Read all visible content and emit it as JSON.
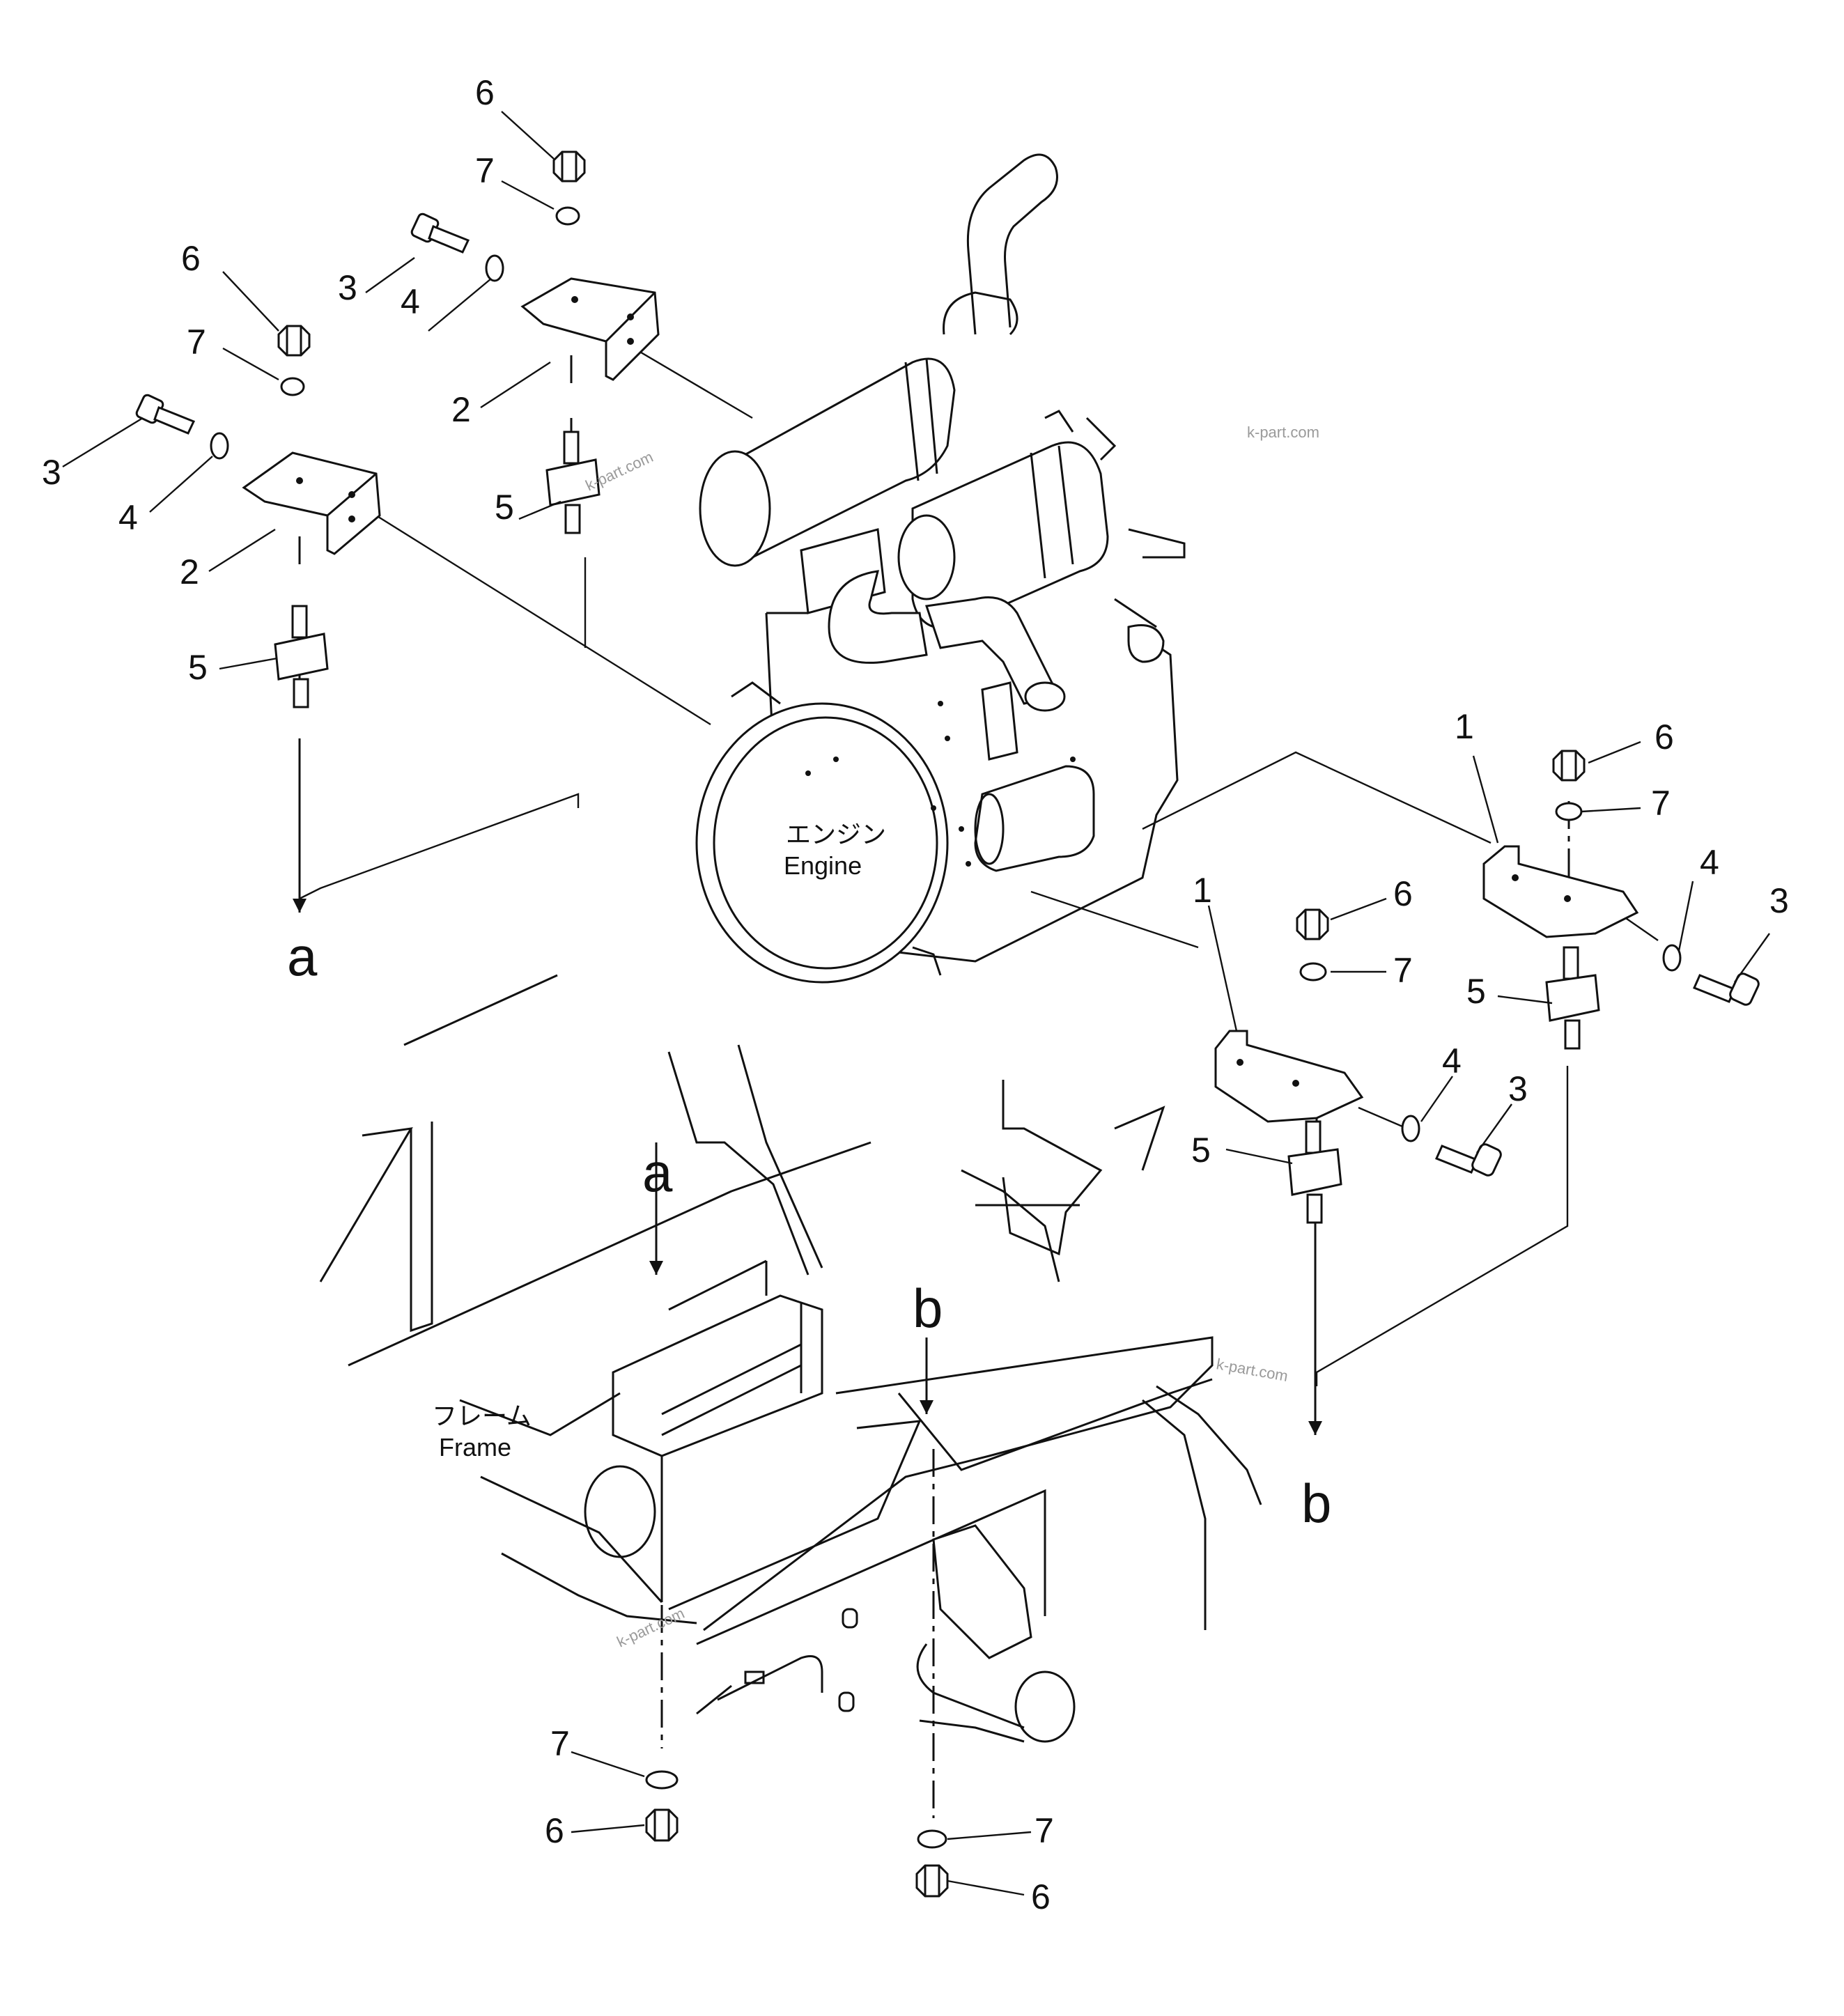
{
  "labels": {
    "part_1": "1",
    "part_2": "2",
    "part_3": "3",
    "part_4": "4",
    "part_5": "5",
    "part_6": "6",
    "part_7": "7",
    "ref_a": "a",
    "ref_b": "b",
    "engine_jp": "エンジン",
    "engine_en": "Engine",
    "frame_jp": "フレーム",
    "frame_en": "Frame"
  },
  "watermark": "k-part.com",
  "colors": {
    "ink": "#111111",
    "paper": "#ffffff",
    "watermark": "#9a9a9a"
  }
}
